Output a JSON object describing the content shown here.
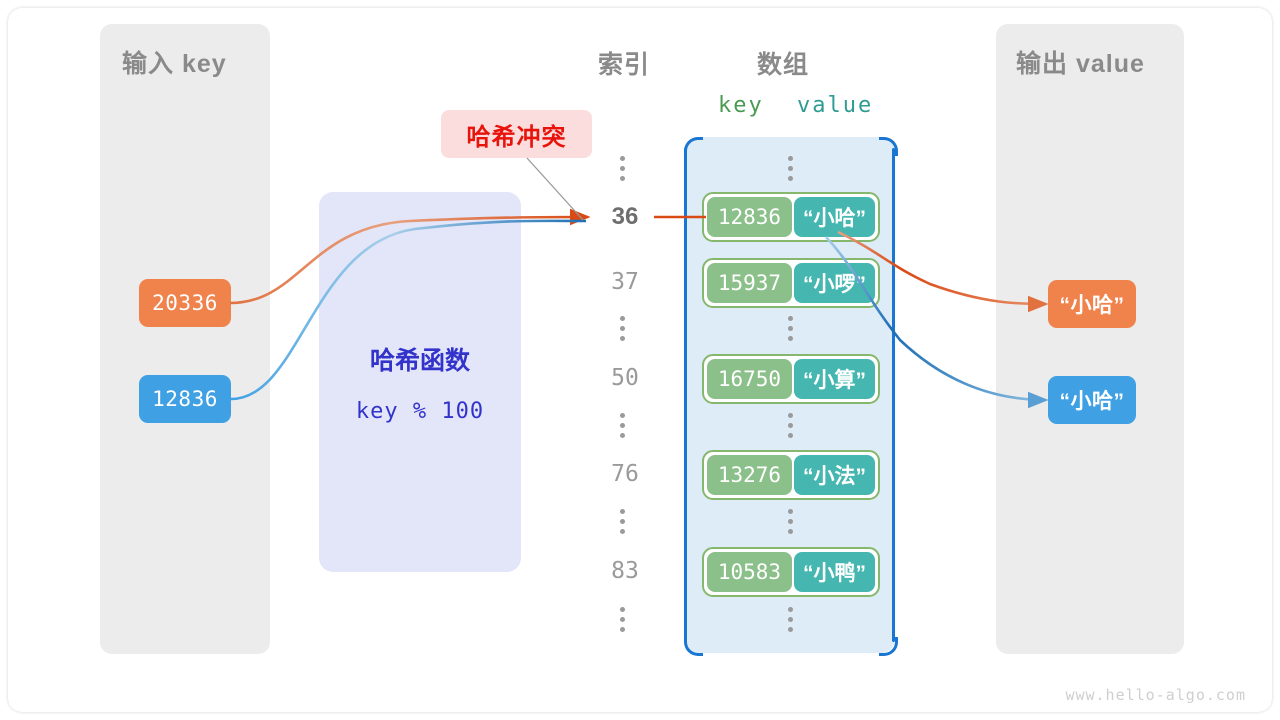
{
  "diagram": {
    "watermark": "www.hello-algo.com",
    "colors": {
      "input_key_1": "#f0834c",
      "input_key_2": "#3fa0e4",
      "entry_key": "#8bc08a",
      "entry_value": "#45b7b0",
      "array_fill": "#ddecf7",
      "array_border": "#1976d2",
      "hash_box_fill": "#e2e6f8",
      "hash_box_text": "#3333cc",
      "callout_fill": "#fbdddd",
      "callout_text": "#e8140c",
      "panel_fill": "#ececec",
      "panel_title": "#8a8a8a"
    }
  },
  "panels": {
    "input": {
      "title": "输入 key"
    },
    "output": {
      "title": "输出 value"
    }
  },
  "columns": {
    "index_title": "索引",
    "array_title": "数组",
    "key_header": "key",
    "value_header": "value"
  },
  "hash_function": {
    "title": "哈希函数",
    "expression": "key % 100"
  },
  "callout": {
    "label": "哈希冲突"
  },
  "inputs": [
    {
      "value": "20336",
      "color": "orange"
    },
    {
      "value": "12836",
      "color": "blue"
    }
  ],
  "outputs": [
    {
      "value": "“小哈”",
      "color": "orange"
    },
    {
      "value": "“小哈”",
      "color": "blue"
    }
  ],
  "rows": [
    {
      "type": "dots"
    },
    {
      "type": "entry",
      "index": "36",
      "highlight": true,
      "key": "12836",
      "value": "“小哈”"
    },
    {
      "type": "entry",
      "index": "37",
      "highlight": false,
      "key": "15937",
      "value": "“小啰”"
    },
    {
      "type": "dots"
    },
    {
      "type": "entry",
      "index": "50",
      "highlight": false,
      "key": "16750",
      "value": "“小算”"
    },
    {
      "type": "dots"
    },
    {
      "type": "entry",
      "index": "76",
      "highlight": false,
      "key": "13276",
      "value": "“小法”"
    },
    {
      "type": "dots"
    },
    {
      "type": "entry",
      "index": "83",
      "highlight": false,
      "key": "10583",
      "value": "“小鸭”"
    },
    {
      "type": "dots"
    }
  ]
}
